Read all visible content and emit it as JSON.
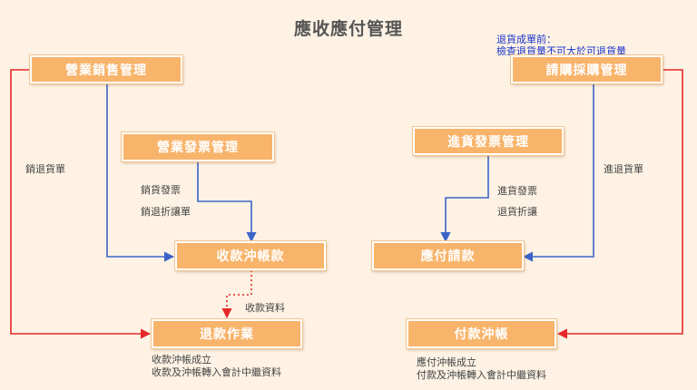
{
  "title": "應收應付管理",
  "note": {
    "line1": "退貨成單前：",
    "line2": "檢查退貨量不可大於可退貨量"
  },
  "nodes": {
    "sales_management": "營業銷售管理",
    "sales_invoice_management": "營業發票管理",
    "receipt_offset": "收款沖帳款",
    "refund_operation": "退款作業",
    "purchase_management": "請購採購管理",
    "purchase_invoice_management": "進貨發票管理",
    "payable_request": "應付請款",
    "payment_offset": "付款沖帳"
  },
  "edge_labels": {
    "sales_return": "銷退貨單",
    "sales_invoice": "銷貨發票",
    "sales_allowance": "銷退折讓單",
    "receipt_data": "收款資料",
    "purchase_return": "進退貨單",
    "purchase_invoice": "進貨發票",
    "return_allowance": "退貨折讓"
  },
  "captions": {
    "refund_line1": "收款沖帳成立",
    "refund_line2": "收款及沖帳轉入會計中繼資料",
    "payment_line1": "應付沖帳成立",
    "payment_line2": "付款及沖帳轉入會計中繼資料"
  },
  "colors": {
    "node_fill": "#f8b46b",
    "blue_arrow": "#3c64c8",
    "red_arrow": "#e62828",
    "note_text": "#1a33cc"
  }
}
